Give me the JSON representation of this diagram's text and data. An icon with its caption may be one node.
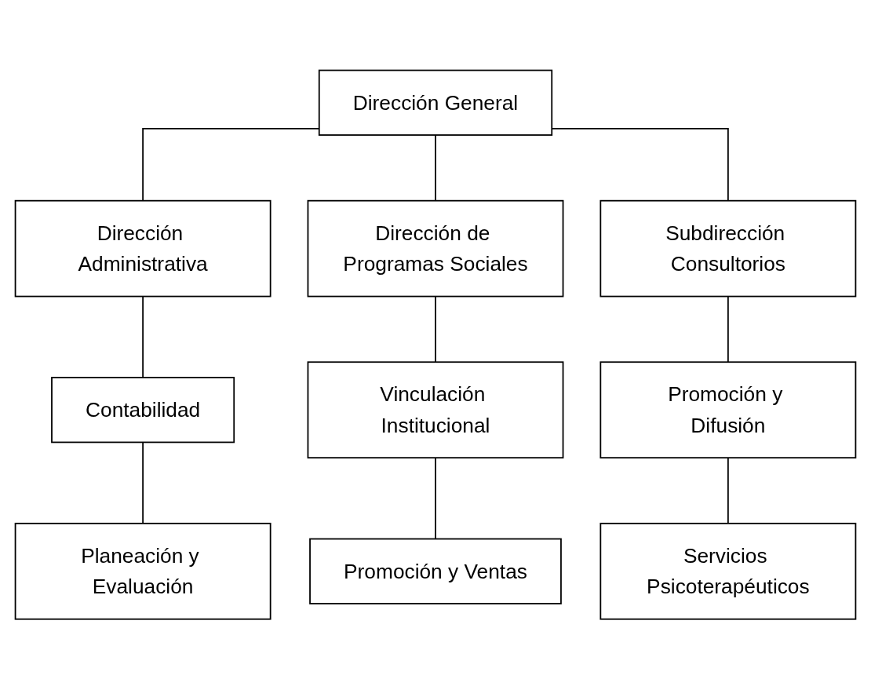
{
  "diagram": {
    "nodes": [
      {
        "text": [
          "Dirección General"
        ]
      },
      {
        "text": [
          "Dirección Administrativa"
        ]
      },
      {
        "text": [
          "Dirección de Programas Sociales"
        ]
      },
      {
        "text": [
          "Subdirección Consultorios"
        ]
      },
      {
        "text": [
          "Contabilidad"
        ]
      },
      {
        "text": [
          "Vinculación Institucional"
        ]
      },
      {
        "text": [
          "Promoción y Difusión"
        ]
      },
      {
        "text": [
          "Planeación y Evaluación"
        ]
      },
      {
        "text": [
          "Promoción y Ventas"
        ]
      },
      {
        "text": [
          "Servicios Psicoterapéuticos"
        ]
      }
    ],
    "edges": [
      {
        "from": 0,
        "to": 1,
        "arrow": "none"
      },
      {
        "from": 0,
        "to": 2,
        "arrow": "none"
      },
      {
        "from": 0,
        "to": 3,
        "arrow": "none"
      },
      {
        "from": 1,
        "to": 4,
        "arrow": "none"
      },
      {
        "from": 4,
        "to": 7,
        "arrow": "none"
      },
      {
        "from": 2,
        "to": 5,
        "arrow": "none"
      },
      {
        "from": 5,
        "to": 8,
        "arrow": "none"
      },
      {
        "from": 3,
        "to": 6,
        "arrow": "none"
      },
      {
        "from": 6,
        "to": 9,
        "arrow": "none"
      }
    ]
  }
}
